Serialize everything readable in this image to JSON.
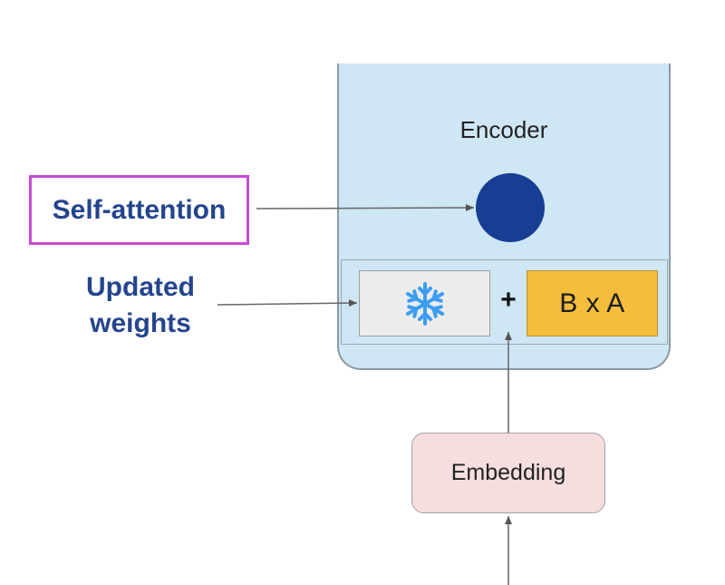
{
  "diagram": {
    "encoder_label": "Encoder",
    "self_attention_label": "Self-attention",
    "updated_weights_line1": "Updated",
    "updated_weights_line2": "weights",
    "frozen_icon": "snowflake-icon",
    "plus": "+",
    "low_rank_label": "B x A",
    "embedding_label": "Embedding"
  },
  "colors": {
    "encoder_fill": "#cfe6f4",
    "attention_node": "#173e93",
    "low_rank_fill": "#f4bd3e",
    "frozen_fill": "#ececec",
    "embedding_fill": "#f6dede",
    "callout_border": "#c64ad3",
    "label_text": "#23458d",
    "snowflake": "#3d9df0"
  }
}
